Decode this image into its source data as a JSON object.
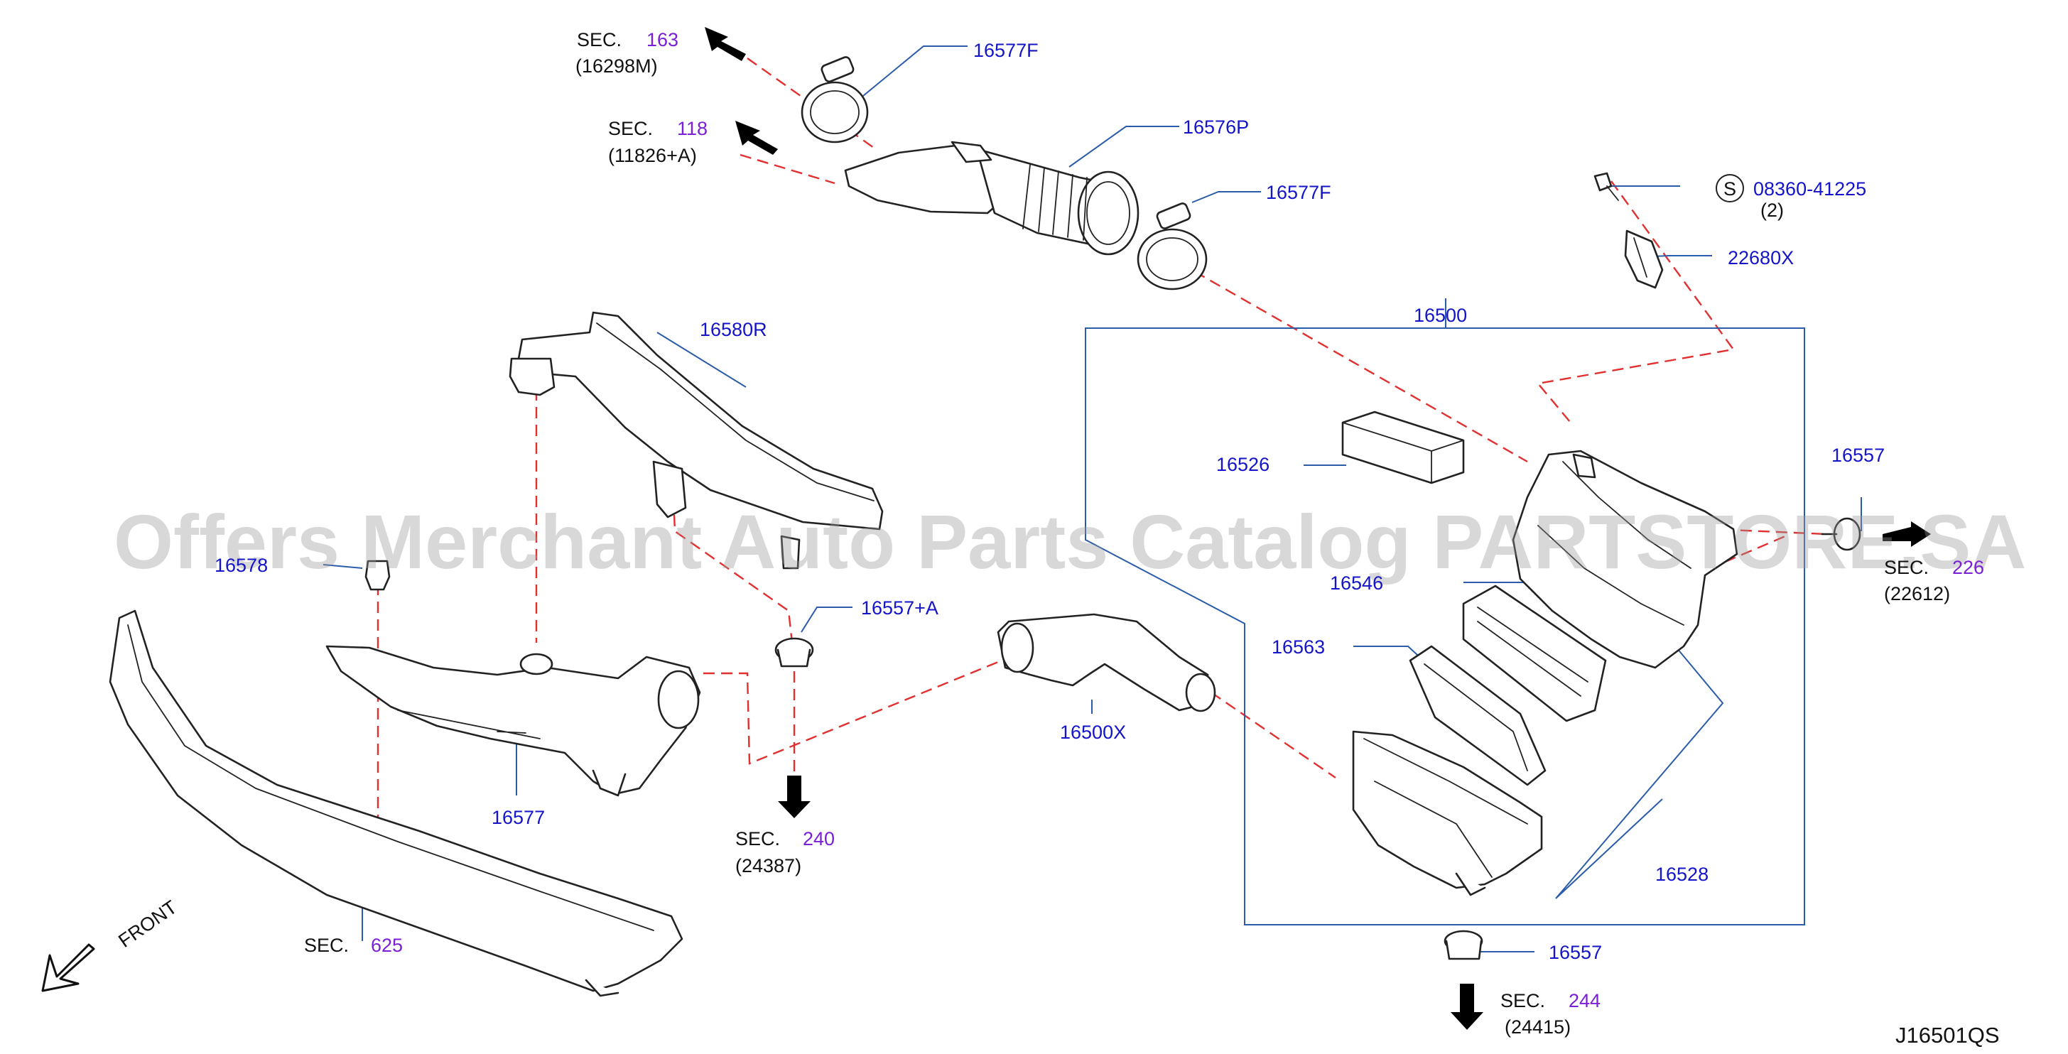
{
  "watermark": "Offers Merchant Auto Parts Catalog PARTSTORE.SA",
  "diagram_code": "J16501QS",
  "front_label": "FRONT",
  "parts": {
    "p16577F_top": "16577F",
    "p16576P": "16576P",
    "p16577F_mid": "16577F",
    "p16580R": "16580R",
    "p16500": "16500",
    "p16526": "16526",
    "p16546": "16546",
    "p16563": "16563",
    "p16528": "16528",
    "p16557_right": "16557",
    "p16557_bottom": "16557",
    "p16557A": "16557+A",
    "p16500X": "16500X",
    "p16577": "16577",
    "p16578": "16578",
    "p22680X": "22680X",
    "bolt_code": "08360-41225",
    "bolt_qty": "(2)",
    "bolt_symbol": "S"
  },
  "sections": {
    "s163": {
      "prefix": "SEC.",
      "num": "163",
      "ref": "(16298M)"
    },
    "s118": {
      "prefix": "SEC.",
      "num": "118",
      "ref": "(11826+A)"
    },
    "s240": {
      "prefix": "SEC.",
      "num": "240",
      "ref": "(24387)"
    },
    "s625": {
      "prefix": "SEC.",
      "num": "625"
    },
    "s244": {
      "prefix": "SEC.",
      "num": "244",
      "ref": "(24415)"
    },
    "s226": {
      "prefix": "SEC.",
      "num": "226",
      "ref": "(22612)"
    }
  },
  "colors": {
    "label_blue": "#1414c8",
    "section_purple": "#7a1fd6",
    "dash_red": "#e23030",
    "leader_blue": "#2a5caa"
  }
}
